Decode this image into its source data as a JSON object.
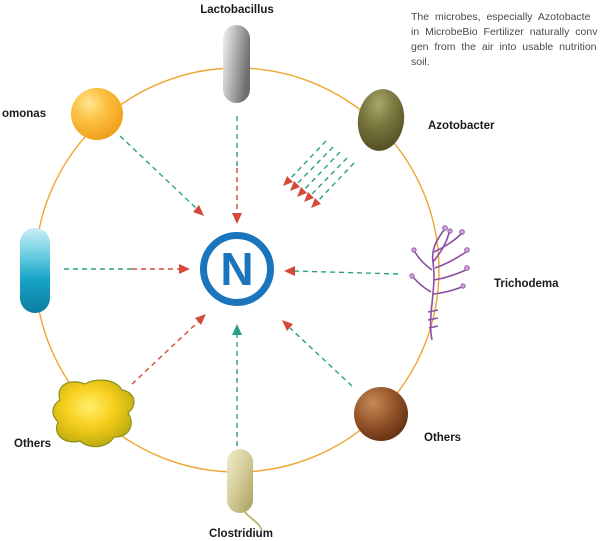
{
  "note": {
    "line1": "The  microbes,  especially  Azotobacte",
    "line2": "in MicrobeBio Fertilizer naturally conv",
    "line3": "gen from the air into usable nutrition",
    "line4": "soil."
  },
  "center": {
    "symbol": "N"
  },
  "microbes": {
    "lactobacillus": {
      "label": "Lactobacillus"
    },
    "pseudomonas": {
      "label": "omonas"
    },
    "azotobacter": {
      "label": "Azotobacter"
    },
    "trichodema": {
      "label": "Trichodema"
    },
    "others_right": {
      "label": "Others"
    },
    "clostridium": {
      "label": "Clostridium"
    },
    "others_left": {
      "label": "Others"
    }
  },
  "colors": {
    "ring": "#F0A434",
    "center_blue": "#1B75BC",
    "arrow_teal": "#2AA183",
    "arrow_red": "#D34B38",
    "purple": "#8A4FA0",
    "spore_fill": "#C9A0D8"
  }
}
